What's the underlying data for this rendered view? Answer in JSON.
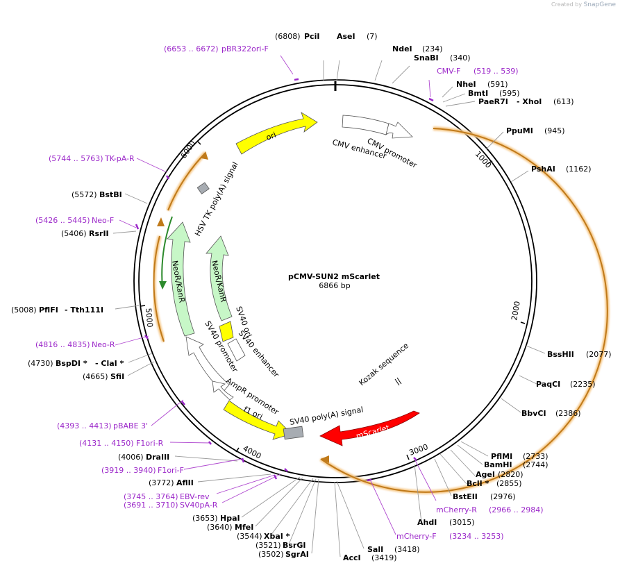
{
  "credit": {
    "prefix": "Created by",
    "brand": "SnapGene"
  },
  "plasmid": {
    "name": "pCMV-SUN2 mScarlet",
    "length_label": "6866 bp",
    "length": 6866
  },
  "colors": {
    "primer": "#9b27c9",
    "ori": "#ffff00",
    "neo": "#c7f7c7",
    "mscarlet": "#ff0000",
    "orf": "#f0a030",
    "gray_box": "#a7acb2"
  },
  "ticks": [
    "1000",
    "2000",
    "3000",
    "4000",
    "5000",
    "6000"
  ],
  "features": {
    "ori": "ori",
    "cmv_enhancer": "CMV enhancer",
    "cmv_promoter": "CMV promoter",
    "hsv_tk": "HSV TK poly(A) signal",
    "neor_outer": "NeoR/KanR",
    "neor_inner": "NeoR/KanR",
    "sv40_ori": "SV40 ori",
    "sv40_enh": "SV40 enhancer",
    "sv40_prom": "SV40 promoter",
    "ampr_prom": "AmpR promoter",
    "f1_ori": "f1 ori",
    "sv40_polya": "SV40 poly(A) signal",
    "mscarlet": "mScarlet",
    "kozak": "Kozak sequence"
  },
  "sites": [
    {
      "pos": "(6808)",
      "name": "PciI"
    },
    {
      "name": "AseI",
      "pos": "(7)"
    },
    {
      "name": "NdeI",
      "pos": "(234)"
    },
    {
      "name": "SnaBI",
      "pos": "(340)"
    },
    {
      "name": "NheI",
      "pos": "(591)"
    },
    {
      "name": "BmtI",
      "pos": "(595)"
    },
    {
      "name": "PaeR7I",
      "name2": "- XhoI",
      "pos": "(613)"
    },
    {
      "name": "PpuMI",
      "pos": "(945)"
    },
    {
      "name": "PshAI",
      "pos": "(1162)"
    },
    {
      "name": "BssHII",
      "pos": "(2077)"
    },
    {
      "name": "PaqCI",
      "pos": "(2235)"
    },
    {
      "name": "BbvCI",
      "pos": "(2386)"
    },
    {
      "name": "PflMI",
      "pos": "(2733)"
    },
    {
      "name": "BamHI",
      "pos": "(2744)"
    },
    {
      "name": "AgeI",
      "pos": "(2820)"
    },
    {
      "name": "BclI *",
      "pos": "(2855)"
    },
    {
      "name": "BstEII",
      "pos": "(2976)"
    },
    {
      "name": "AhdI",
      "pos": "(3015)"
    },
    {
      "name": "SalI",
      "pos": "(3418)"
    },
    {
      "name": "AccI",
      "pos": "(3419)"
    },
    {
      "pos": "(3502)",
      "name": "SgrAI"
    },
    {
      "pos": "(3521)",
      "name": "BsrGI"
    },
    {
      "pos": "(3544)",
      "name": "XbaI *"
    },
    {
      "pos": "(3640)",
      "name": "MfeI"
    },
    {
      "pos": "(3653)",
      "name": "HpaI"
    },
    {
      "pos": "(3772)",
      "name": "AflII"
    },
    {
      "pos": "(4006)",
      "name": "DraIII"
    },
    {
      "pos": "(4665)",
      "name": "SfiI"
    },
    {
      "pos": "(4730)",
      "name": "BspDI *",
      "name2": "- ClaI *"
    },
    {
      "pos": "(5008)",
      "name": "PflFI",
      "name2": "- Tth111I"
    },
    {
      "pos": "(5406)",
      "name": "RsrII"
    },
    {
      "pos": "(5572)",
      "name": "BstBI"
    }
  ],
  "primers": [
    {
      "range": "(6653 .. 6672)",
      "name": "pBR322ori-F"
    },
    {
      "name": "CMV-F",
      "range": "(519 .. 539)"
    },
    {
      "name": "mCherry-R",
      "range": "(2966 .. 2984)"
    },
    {
      "name": "mCherry-F",
      "range": "(3234 .. 3253)"
    },
    {
      "range": "(3691 .. 3710)",
      "name": "SV40pA-R"
    },
    {
      "range": "(3745 .. 3764)",
      "name": "EBV-rev"
    },
    {
      "range": "(3919 .. 3940)",
      "name": "F1ori-F"
    },
    {
      "range": "(4131 .. 4150)",
      "name": "F1ori-R"
    },
    {
      "range": "(4393 .. 4413)",
      "name": "pBABE 3'"
    },
    {
      "range": "(4816 .. 4835)",
      "name": "Neo-R"
    },
    {
      "range": "(5426 .. 5445)",
      "name": "Neo-F"
    },
    {
      "range": "(5744 .. 5763)",
      "name": "TK-pA-R"
    }
  ]
}
